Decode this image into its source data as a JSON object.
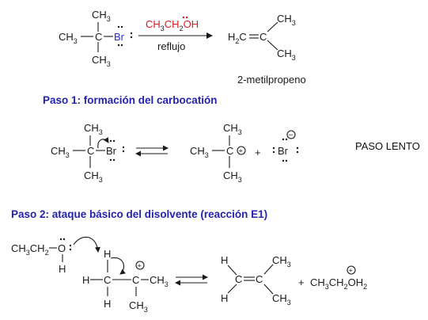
{
  "reaction": {
    "substrate": {
      "ch3_top": "CH3",
      "ch3_left": "CH3",
      "ch3_bottom": "CH3",
      "carbon": "C",
      "halogen": "Br"
    },
    "reagent": "CH3CH2OH",
    "condition": "reflujo",
    "product": {
      "left": "H2C",
      "equals": "C",
      "ch3_top": "CH3",
      "ch3_bottom": "CH3"
    },
    "product_name": "2-metilpropeno"
  },
  "step1": {
    "heading": "Paso 1: formación del carbocatión",
    "substrate": {
      "ch3_top": "CH3",
      "ch3_left": "CH3",
      "ch3_bottom": "CH3",
      "carbon": "C",
      "halogen": "Br"
    },
    "cation": {
      "ch3_top": "CH3",
      "ch3_left": "CH3",
      "ch3_bottom": "CH3",
      "carbon": "C",
      "charge": "+"
    },
    "plus": "+",
    "bromide": "Br",
    "bromide_charge": "−",
    "note": "PASO LENTO"
  },
  "step2": {
    "heading": "Paso 2:  ataque básico del disolvente (reacción E1)",
    "base": {
      "ethyl": "CH3CH2",
      "oxygen": "O",
      "h": "H"
    },
    "carbocation": {
      "h_top": "H",
      "h_left": "H",
      "c1": "C",
      "c2": "C",
      "ch3_right": "CH3",
      "h_bottom": "H",
      "ch3_bottom": "CH3",
      "charge": "+"
    },
    "alkene": {
      "h_top": "H",
      "h_bottom": "H",
      "c1": "C",
      "c2": "C",
      "ch3_top": "CH3",
      "ch3_bottom": "CH3"
    },
    "plus": "+",
    "byproduct": "CH3CH2OH2",
    "byproduct_charge": "+"
  },
  "colors": {
    "reagent": "#e5191b",
    "halogen": "#2a2ad0",
    "heading": "#2323b0",
    "ink": "#1a1a1a"
  }
}
